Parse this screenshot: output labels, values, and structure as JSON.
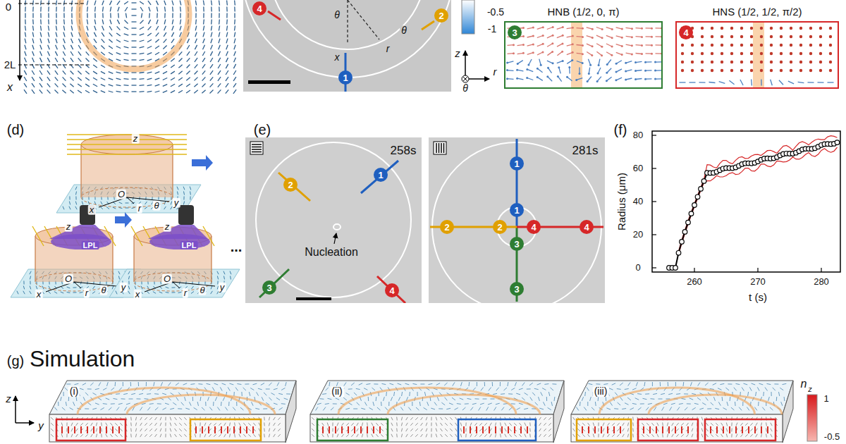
{
  "diagram": {
    "nodes": [
      {
        "text": [
          "HNB (1/2, 0, π)"
        ]
      },
      {
        "text": [
          "HNS (1/2, 1/2, π/2)"
        ]
      }
    ],
    "labels": [
      "0",
      "2L",
      "x",
      "4",
      "2",
      "1",
      "x",
      "θ",
      "r",
      "θ",
      "-0.5",
      "-1",
      "z",
      "θ",
      "r",
      "3",
      "4",
      "(d)",
      "(e)",
      "(f)",
      "z",
      "O",
      "x",
      "y",
      "r",
      "θ",
      "z",
      "LPL",
      "O",
      "x",
      "y",
      "r",
      "θ",
      "z",
      "LPL",
      "O",
      "x",
      "y",
      "r",
      "θ",
      "...",
      "258s",
      "1",
      "2",
      "Nucleation",
      "3",
      "4",
      "281s",
      "1",
      "1",
      "2",
      "2",
      "4",
      "4",
      "3",
      "3",
      "80",
      "60",
      "40",
      "20",
      "0",
      "260",
      "270",
      "280",
      "Radius (μm)",
      "t (s)",
      "(g)",
      "Simulation",
      "(i)",
      "(ii)",
      "(iii)",
      "n",
      "z",
      "1",
      "-0.5",
      "z",
      "y"
    ]
  }
}
